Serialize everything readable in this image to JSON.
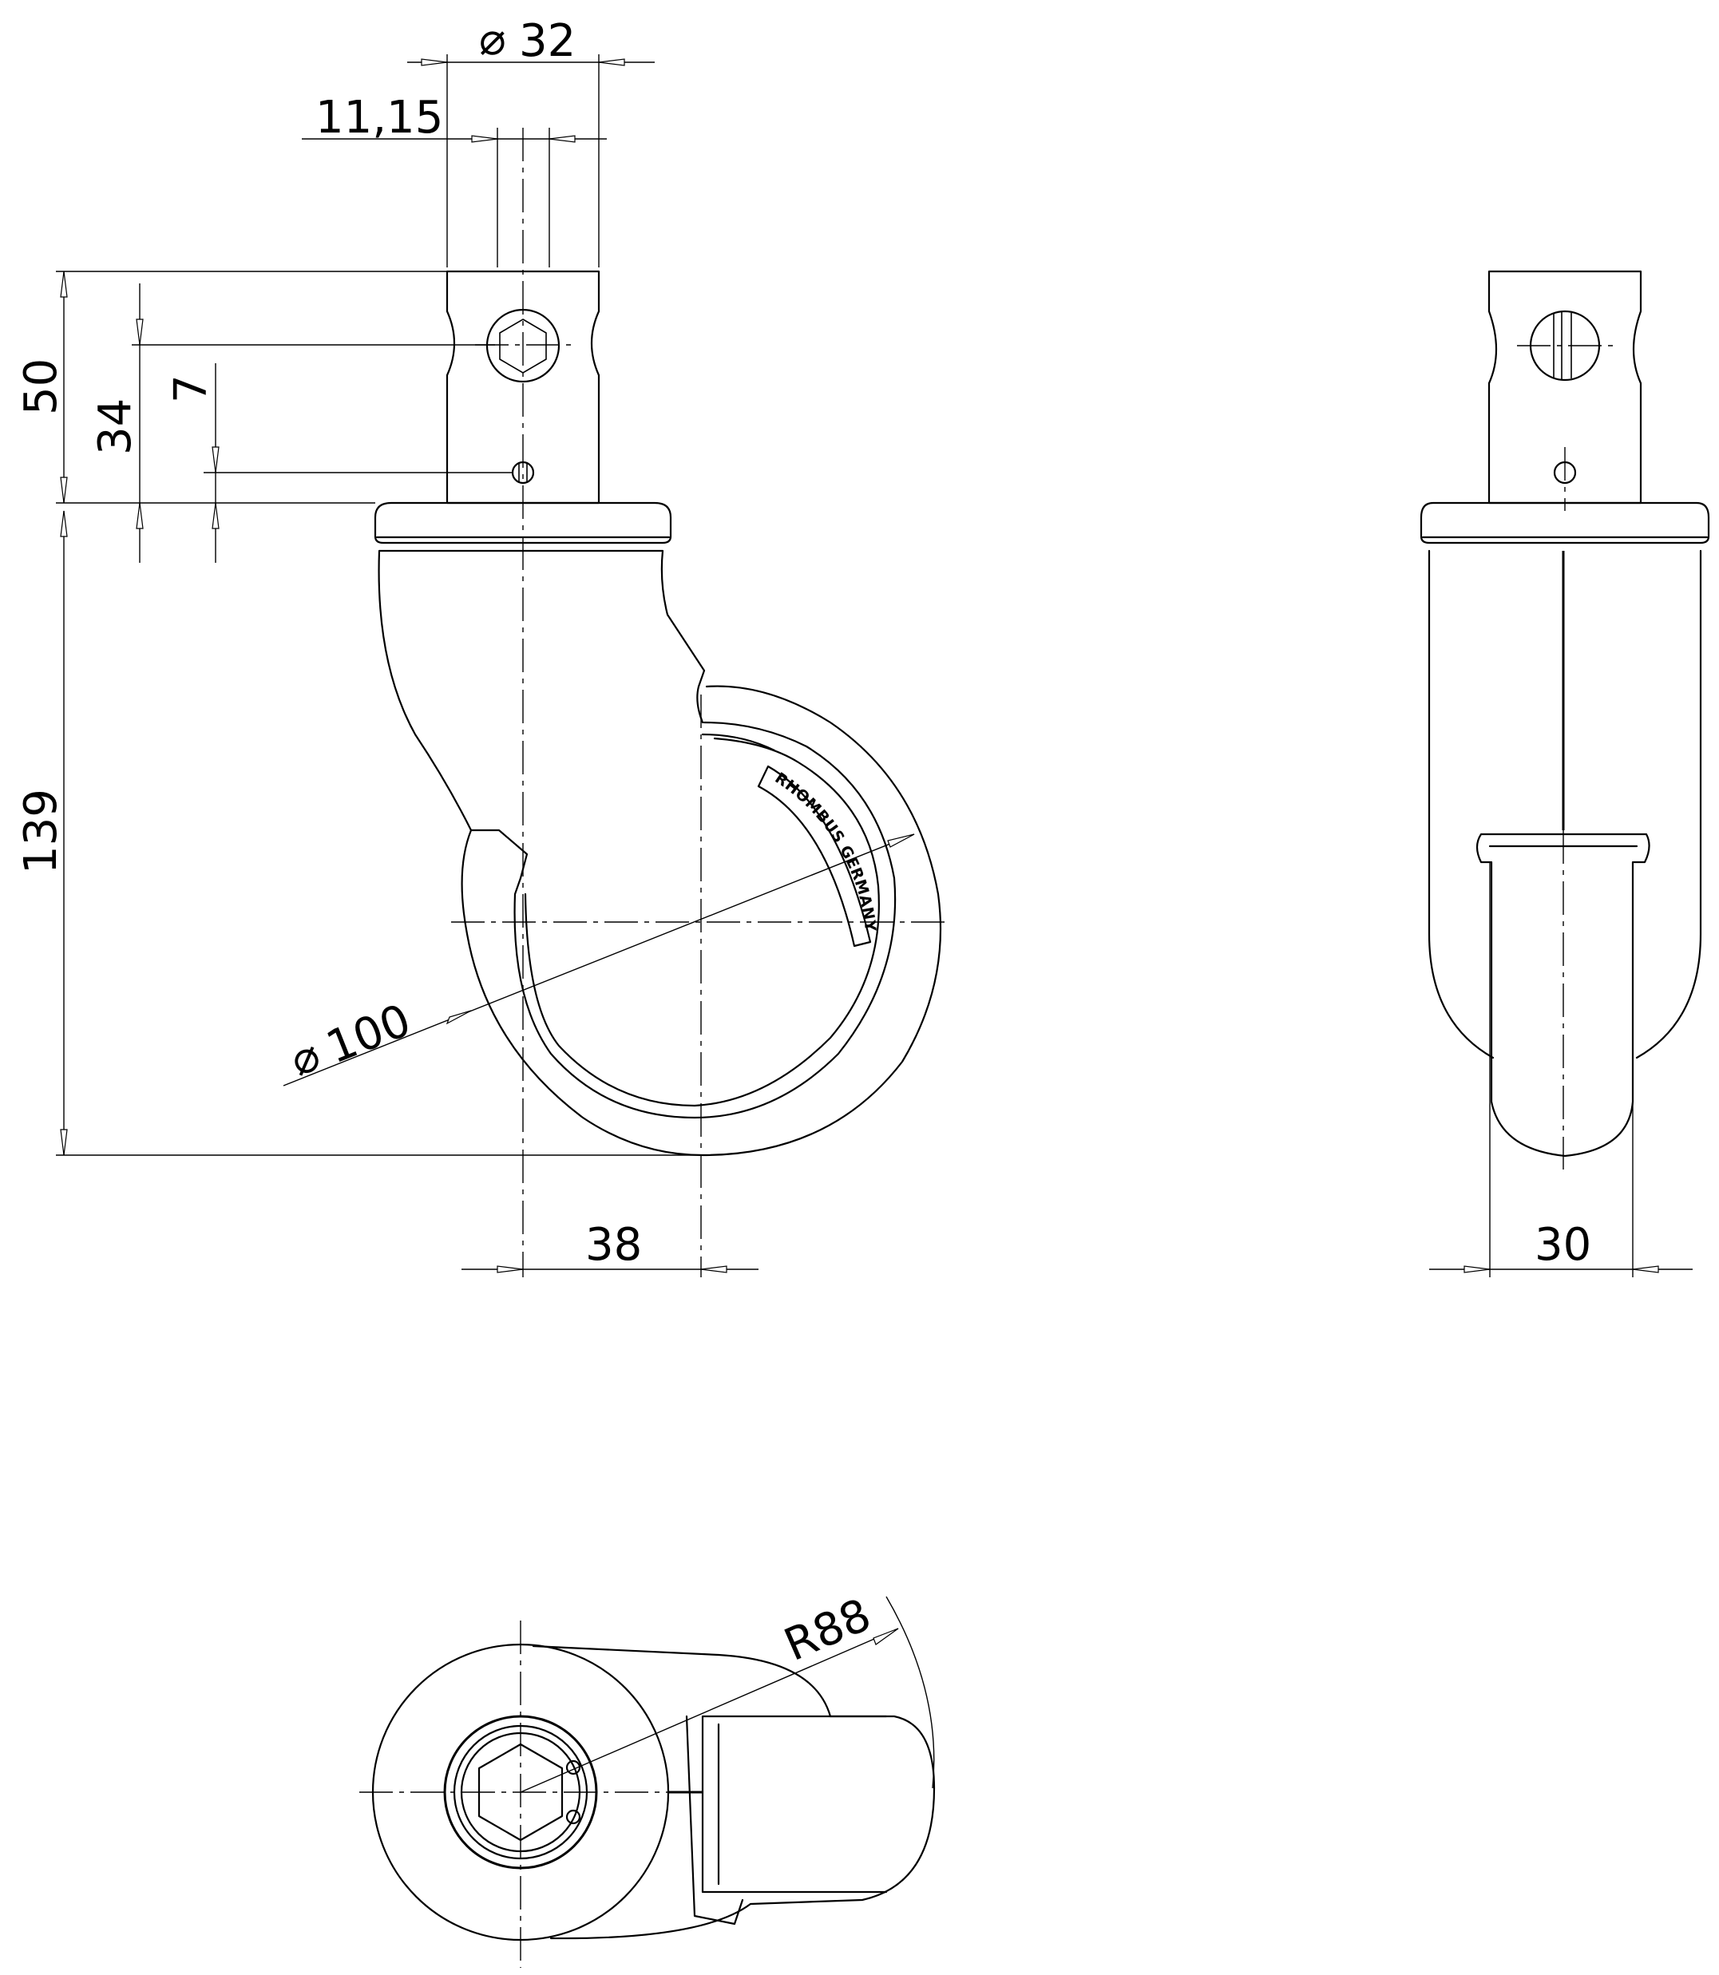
{
  "dimensions": {
    "stem_diameter": "32",
    "offset": "11,15",
    "total_height_top": "50",
    "hole_height": "34",
    "lower_hole": "7",
    "overall_height": "139",
    "wheel_diameter": "100",
    "swivel_offset": "38",
    "wheel_width": "30",
    "swivel_radius": "R88"
  },
  "diameter_symbol": "⌀",
  "brand_text": "RHOMBUS GERMANY"
}
